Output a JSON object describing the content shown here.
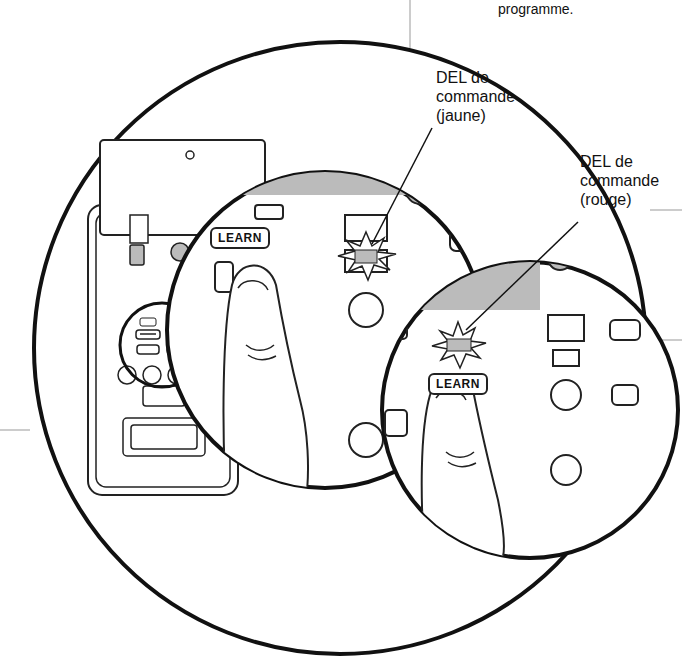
{
  "diagram": {
    "nodes": [
      {
        "text": [
          "LEARN"
        ]
      },
      {
        "text": [
          "LEARN"
        ]
      }
    ],
    "labels": [
      "programme.",
      "DEL de commande (jaune)",
      "DEL de commande (rouge)"
    ]
  }
}
